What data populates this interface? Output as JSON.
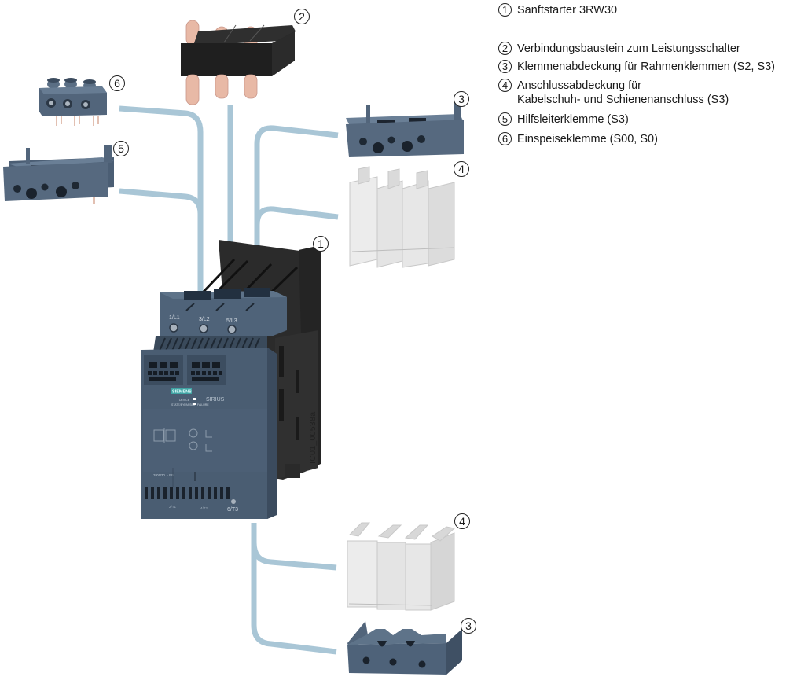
{
  "figure": {
    "document_id": "IC01_00538a",
    "colors": {
      "connector_line": "#a9c6d6",
      "device_blue": "#4d6177",
      "device_blue_dark": "#3b4b5e",
      "housing_black": "#2a2a2a",
      "copper": "#e8b9a6",
      "transparent_cover": "#e3e3e3",
      "brand_teal": "#3fa3a3"
    }
  },
  "legend": [
    {
      "num": "1",
      "text": "Sanftstarter 3RW30"
    },
    {
      "num": "2",
      "text": "Verbindungsbaustein zum Leistungsschalter"
    },
    {
      "num": "3",
      "text": "Klemmenabdeckung für Rahmenklemmen (S2, S3)"
    },
    {
      "num": "4",
      "text": "Anschlussabdeckung für\nKabelschuh- und Schienenanschluss (S3)"
    },
    {
      "num": "5",
      "text": "Hilfsleiterklemme (S3)"
    },
    {
      "num": "6",
      "text": "Einspeiseklemme (S00, S0)"
    }
  ],
  "callouts": {
    "soft_starter": "1",
    "connecting_module": "2",
    "terminal_cover_top": "3",
    "connection_cover_top": "4",
    "aux_terminal": "5",
    "infeed_terminal": "6",
    "connection_cover_bottom": "4",
    "terminal_cover_bottom": "3"
  },
  "device_labels": {
    "terminal_l1": "1/L1",
    "terminal_l2": "3/L2",
    "terminal_l3": "5/L3",
    "brand": "SIEMENS",
    "product_line": "SIRIUS",
    "status_device": "DEVICE",
    "status_state": "STATE/BYPASSED",
    "status_failure": "FAILURE",
    "model": "3RW30..-.BB..",
    "terminal_t1": "2/T1",
    "terminal_t2": "4/T2",
    "terminal_t3": "6/T3"
  }
}
